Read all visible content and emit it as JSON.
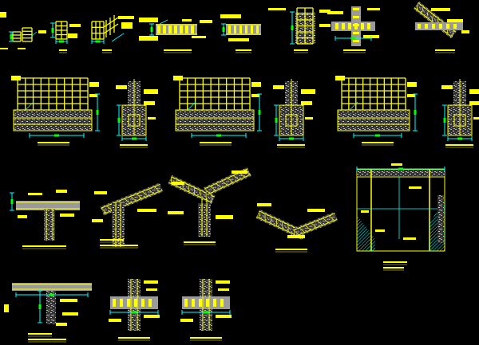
{
  "drawing": {
    "background": "#000000",
    "colors": {
      "rebar": "#ffff00",
      "dimension": "#00ffff",
      "concrete": "#9a9a9a",
      "marker": "#00ff00"
    },
    "details": [
      {
        "kind": "small-sections",
        "row": 1
      },
      {
        "kind": "grid",
        "row": 1
      },
      {
        "kind": "skew-grid",
        "row": 1
      },
      {
        "kind": "beam",
        "row": 1
      },
      {
        "kind": "beam",
        "row": 1
      },
      {
        "kind": "column",
        "row": 1
      },
      {
        "kind": "cross-joint",
        "row": 1
      },
      {
        "kind": "diagonal-joint",
        "row": 1
      },
      {
        "kind": "wall-panel",
        "row": 2
      },
      {
        "kind": "footing",
        "row": 2
      },
      {
        "kind": "wall-panel",
        "row": 2
      },
      {
        "kind": "footing",
        "row": 2
      },
      {
        "kind": "wall-panel",
        "row": 2
      },
      {
        "kind": "footing",
        "row": 2
      },
      {
        "kind": "t-joint",
        "row": 3
      },
      {
        "kind": "sloped-joint",
        "row": 3
      },
      {
        "kind": "y-joint",
        "row": 3
      },
      {
        "kind": "roof-ridge",
        "row": 3
      },
      {
        "kind": "frame-elevation",
        "row": 3
      },
      {
        "kind": "beam-section",
        "row": 4
      },
      {
        "kind": "cross-joint",
        "row": 4
      },
      {
        "kind": "cross-joint",
        "row": 4
      }
    ]
  }
}
